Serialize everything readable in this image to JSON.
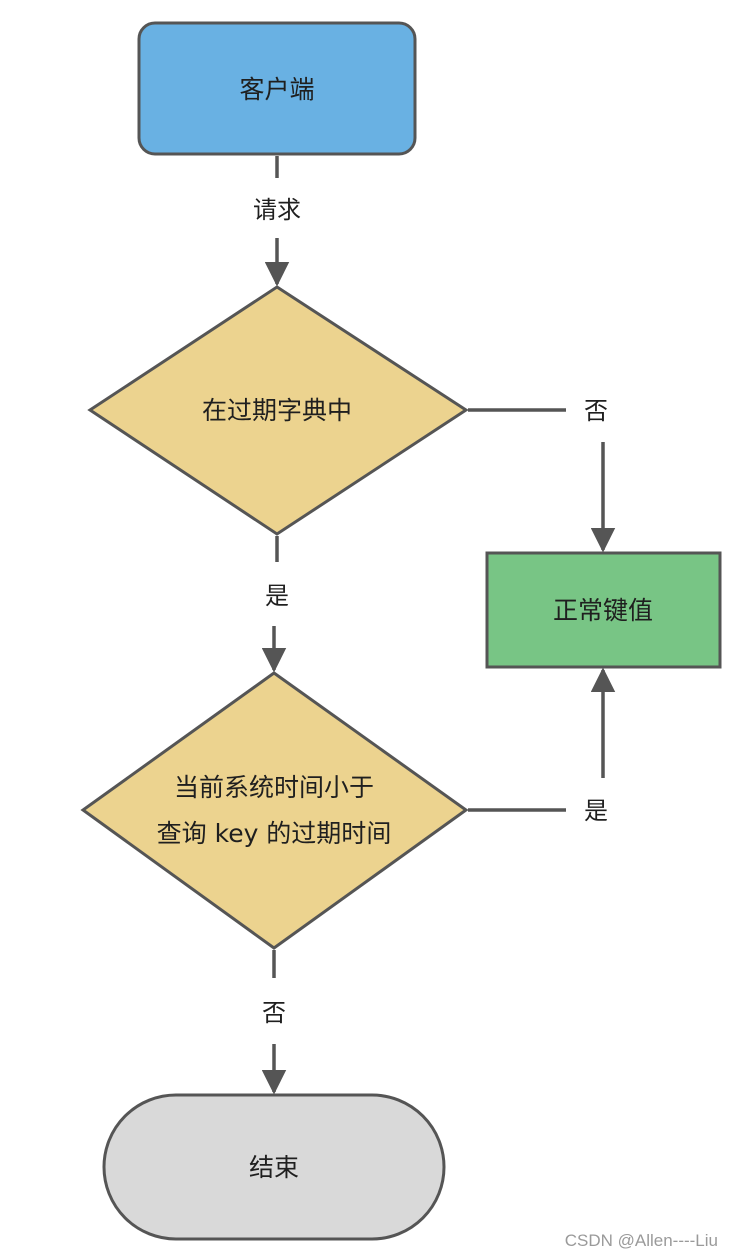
{
  "nodes": {
    "client": {
      "label": "客户端",
      "shape": "rounded-rect",
      "fill": "#69b1e3"
    },
    "in_expire_dict": {
      "label": "在过期字典中",
      "shape": "diamond",
      "fill": "#ecd38f"
    },
    "normal_key": {
      "label": "正常键值",
      "shape": "rect",
      "fill": "#78c585"
    },
    "time_check": {
      "label_line1": "当前系统时间小于",
      "label_line2": "查询 key 的过期时间",
      "shape": "diamond",
      "fill": "#ecd38f"
    },
    "end": {
      "label": "结束",
      "shape": "stadium",
      "fill": "#d9d9d9"
    }
  },
  "edges": {
    "request": {
      "from": "client",
      "to": "in_expire_dict",
      "label": "请求"
    },
    "dict_no": {
      "from": "in_expire_dict",
      "to": "normal_key",
      "label": "否"
    },
    "dict_yes": {
      "from": "in_expire_dict",
      "to": "time_check",
      "label": "是"
    },
    "time_yes": {
      "from": "time_check",
      "to": "normal_key",
      "label": "是"
    },
    "time_no": {
      "from": "time_check",
      "to": "end",
      "label": "否"
    }
  },
  "colors": {
    "stroke": "#555555",
    "text": "#1f1f1f"
  },
  "watermark": "CSDN @Allen----Liu"
}
